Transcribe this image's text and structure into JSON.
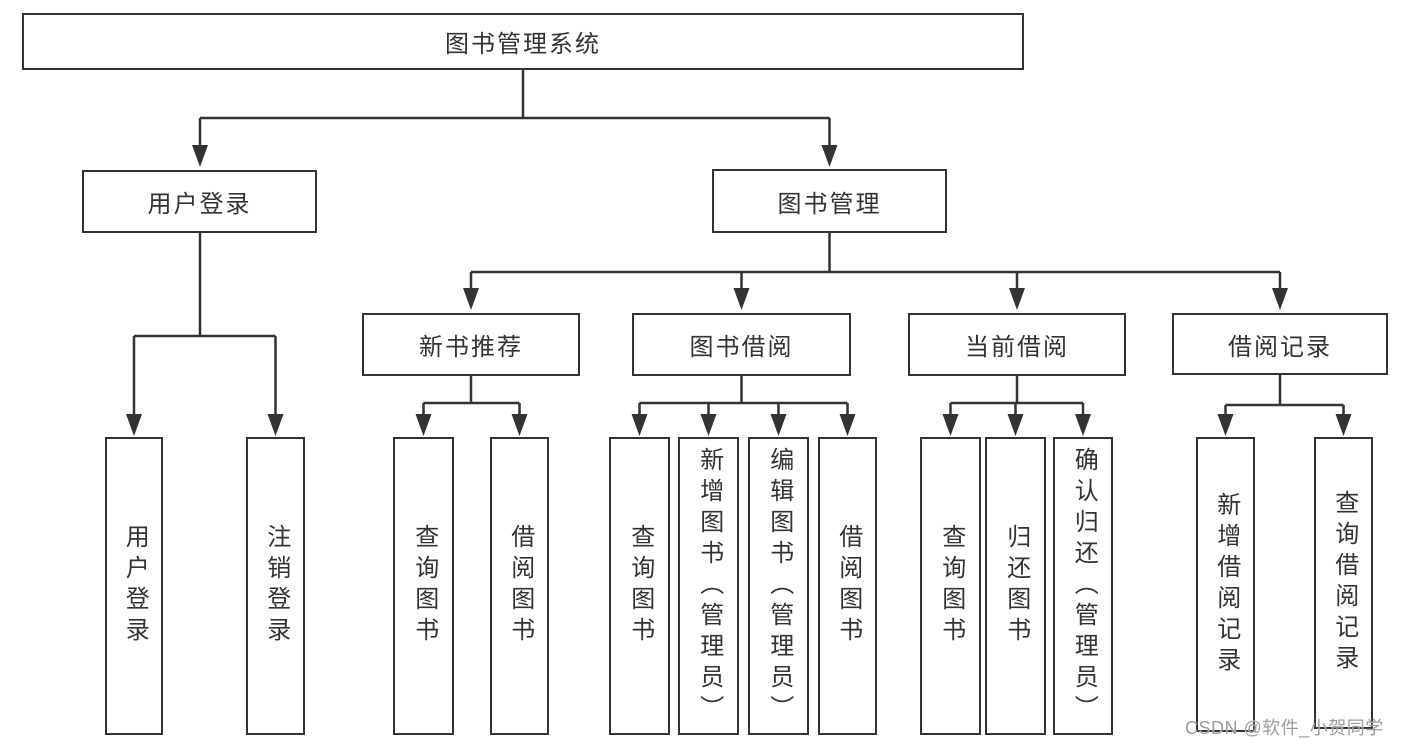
{
  "diagram": {
    "type": "hierarchy",
    "title": "图书管理系统",
    "tree": {
      "label": "图书管理系统",
      "children": [
        {
          "label": "用户登录",
          "children": [
            {
              "label": "用户登录"
            },
            {
              "label": "注销登录"
            }
          ]
        },
        {
          "label": "图书管理",
          "children": [
            {
              "label": "新书推荐",
              "children": [
                {
                  "label": "查询图书"
                },
                {
                  "label": "借阅图书"
                }
              ]
            },
            {
              "label": "图书借阅",
              "children": [
                {
                  "label": "查询图书"
                },
                {
                  "label": "新增图书（管理员）"
                },
                {
                  "label": "编辑图书（管理员）"
                },
                {
                  "label": "借阅图书"
                }
              ]
            },
            {
              "label": "当前借阅",
              "children": [
                {
                  "label": "查询图书"
                },
                {
                  "label": "归还图书"
                },
                {
                  "label": "确认归还（管理员）"
                }
              ]
            },
            {
              "label": "借阅记录",
              "children": [
                {
                  "label": "新增借阅记录"
                },
                {
                  "label": "查询借阅记录"
                }
              ]
            }
          ]
        }
      ]
    }
  },
  "nodes": {
    "root": {
      "label": "图书管理系统"
    },
    "user_login": {
      "label": "用户登录"
    },
    "book_management": {
      "label": "图书管理"
    },
    "new_book_recommend": {
      "label": "新书推荐"
    },
    "book_borrow": {
      "label": "图书借阅"
    },
    "current_borrow": {
      "label": "当前借阅"
    },
    "borrow_records": {
      "label": "借阅记录"
    },
    "leaf_user_login": {
      "label": "用户登录"
    },
    "leaf_logout": {
      "label": "注销登录"
    },
    "leaf_nb_query_books": {
      "label": "查询图书"
    },
    "leaf_nb_borrow_books": {
      "label": "借阅图书"
    },
    "leaf_bb_query_books": {
      "label": "查询图书"
    },
    "leaf_bb_add_books": {
      "label": "新增图书（管理员）"
    },
    "leaf_bb_edit_books": {
      "label": "编辑图书（管理员）"
    },
    "leaf_bb_borrow_books": {
      "label": "借阅图书"
    },
    "leaf_cb_query_books": {
      "label": "查询图书"
    },
    "leaf_cb_return_books": {
      "label": "归还图书"
    },
    "leaf_cb_confirm_return": {
      "label": "确认归还（管理员）"
    },
    "leaf_br_add_record": {
      "label": "新增借阅记录"
    },
    "leaf_br_query_record": {
      "label": "查询借阅记录"
    }
  },
  "watermark": {
    "text": "CSDN @软件_小贺同学"
  },
  "colors": {
    "line": "#333333",
    "box_border": "#333333",
    "text": "#333333",
    "background": "#ffffff",
    "watermark": "#9c9c9c"
  }
}
